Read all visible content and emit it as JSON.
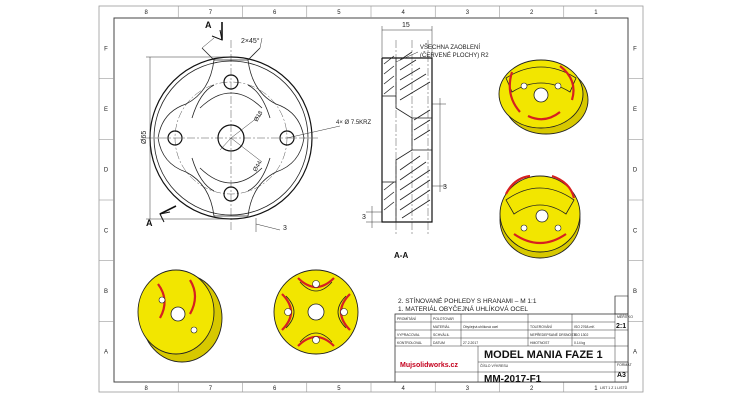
{
  "zone_numbers": [
    "1",
    "2",
    "3",
    "4",
    "5",
    "6",
    "7",
    "8"
  ],
  "zone_letters": [
    "A",
    "B",
    "C",
    "D",
    "E",
    "F"
  ],
  "front_view": {
    "section_letter": "A",
    "chamfer": "2×45°",
    "hole_callout": "4× Ø 7.5KRZ",
    "dia_outer": "Ø65",
    "dia_bore": "Ø18",
    "dia_pcd": "Ø44",
    "dim_bottom": "3"
  },
  "section_view": {
    "dim_width": "15",
    "dim_height": "3",
    "dim_step": "3",
    "note_line1": "VŠECHNA ZAOBLENÍ",
    "note_line2": "(ČERVENÉ PLOCHY) R2",
    "label": "A-A"
  },
  "title_block": {
    "note_line1": "2. STÍNOVANÉ POHLEDY S HRANAMI – M 1:1",
    "note_line2": "1. MATERIÁL OBYČEJNÁ UHLÍKOVÁ OCEL",
    "scale_label": "MĚŘÍTKO",
    "scale": "2:1",
    "format_label": "FORMÁT",
    "format": "A3",
    "title": "MODEL MANIA FAZE 1",
    "drawing_number_label": "ČÍSLO VÝKRESU",
    "drawing_number": "MM-2017-F1",
    "logo_text": "Mujsolidworks.cz",
    "sheet_info": "LIST 1 Z 1 LISTŮ",
    "rows": [
      [
        "PROMÍTÁNÍ",
        "POLOTOVAR",
        "",
        "",
        ""
      ],
      [
        "",
        "MATERIÁL",
        "Obyčejná uhlíková ocel",
        "TOLEROVÁNÍ",
        "ISO 2768-mK"
      ],
      [
        "VYPRACOVAL",
        "SCHVÁLIL",
        "",
        "NEPŘEDEPSANÉ DRSNOSTI",
        "ISO 1302"
      ],
      [
        "KONTROLOVAL",
        "DATUM",
        "27.2.2017",
        "HMOTNOST",
        "0.14 kg"
      ]
    ]
  }
}
